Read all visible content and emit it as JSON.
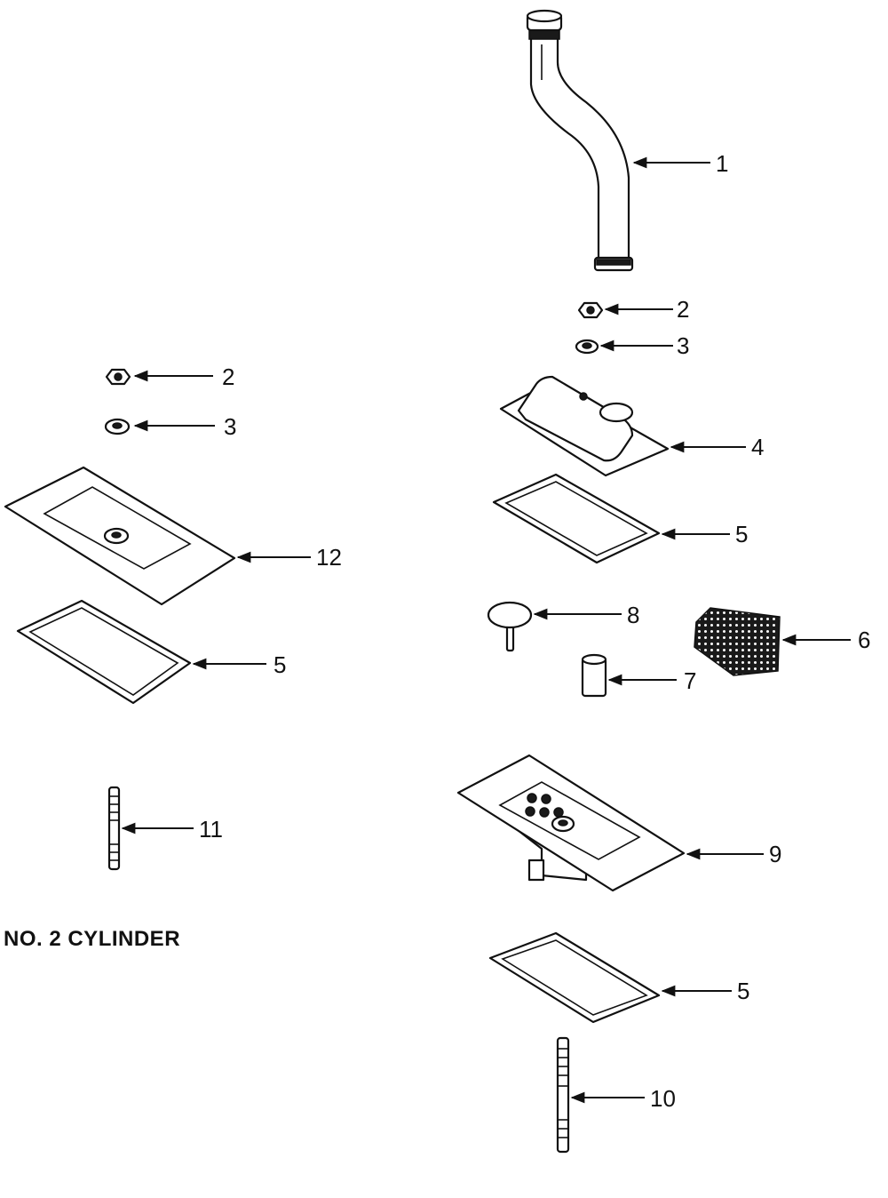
{
  "caption": "NO. 2 CYLINDER",
  "callouts": {
    "c1": "1",
    "c2_right": "2",
    "c3_right": "3",
    "c4": "4",
    "c5_right_upper": "5",
    "c8": "8",
    "c6": "6",
    "c7": "7",
    "c9": "9",
    "c5_right_lower": "5",
    "c10": "10",
    "c2_left": "2",
    "c3_left": "3",
    "c12": "12",
    "c5_left": "5",
    "c11": "11"
  }
}
